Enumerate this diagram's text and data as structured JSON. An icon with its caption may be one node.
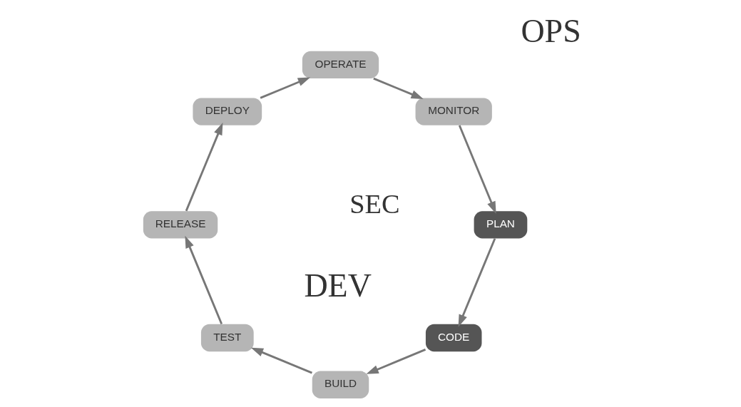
{
  "diagram": {
    "nodes": [
      {
        "text": [
          "CODE"
        ]
      },
      {
        "text": [
          "PLAN"
        ]
      },
      {
        "text": [
          "DEPLOY"
        ]
      },
      {
        "text": [
          "RELEASE"
        ]
      },
      {
        "text": [
          "OPERATE"
        ]
      },
      {
        "text": [
          "BUILD"
        ]
      },
      {
        "text": [
          "TEST"
        ]
      },
      {
        "text": [
          "MONITOR"
        ]
      }
    ],
    "edges": [
      {
        "from": 1,
        "to": 0,
        "arrow": "to"
      },
      {
        "from": 0,
        "to": 5,
        "arrow": "to"
      },
      {
        "from": 5,
        "to": 6,
        "arrow": "to"
      },
      {
        "from": 6,
        "to": 3,
        "arrow": "to"
      },
      {
        "from": 3,
        "to": 2,
        "arrow": "to"
      },
      {
        "from": 2,
        "to": 4,
        "arrow": "to"
      },
      {
        "from": 4,
        "to": 7,
        "arrow": "to"
      },
      {
        "from": 7,
        "to": 1,
        "arrow": "to"
      }
    ],
    "labels": [
      "SEC",
      "DEV",
      "OPS"
    ]
  }
}
